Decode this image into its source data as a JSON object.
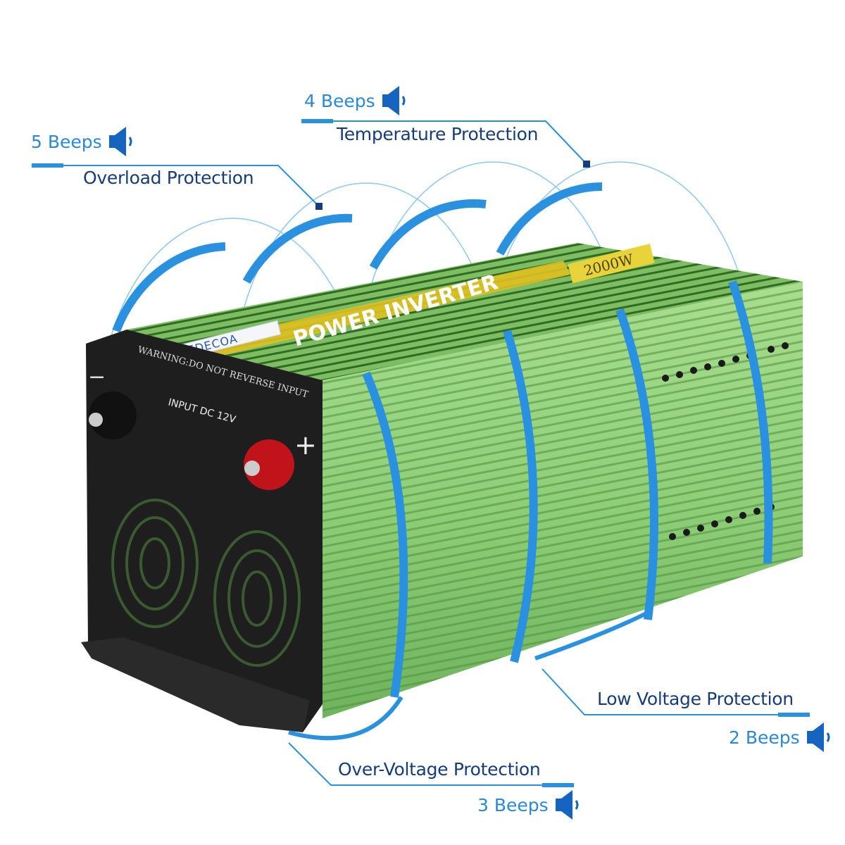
{
  "product": {
    "brand": "EDECOA",
    "title": "POWER INVERTER",
    "rating": "2000W",
    "front_warning": "WARNING:DO NOT REVERSE INPUT",
    "front_input": "INPUT DC 12V",
    "terminal_negative": "−",
    "terminal_positive": "+"
  },
  "colors": {
    "accent": "#2a90e0",
    "label": "#163c7c",
    "beeps": "#2a88d6",
    "body": "#8fd07a",
    "panel": "#1e1e1e"
  },
  "callouts": [
    {
      "label": "Overload Protection",
      "beeps": "5 Beeps",
      "icon": "speaker-icon"
    },
    {
      "label": "Temperature Protection",
      "beeps": "4 Beeps",
      "icon": "speaker-icon"
    },
    {
      "label": "Low Voltage Protection",
      "beeps": "2 Beeps",
      "icon": "speaker-icon"
    },
    {
      "label": "Over-Voltage Protection",
      "beeps": "3 Beeps",
      "icon": "speaker-icon"
    }
  ]
}
